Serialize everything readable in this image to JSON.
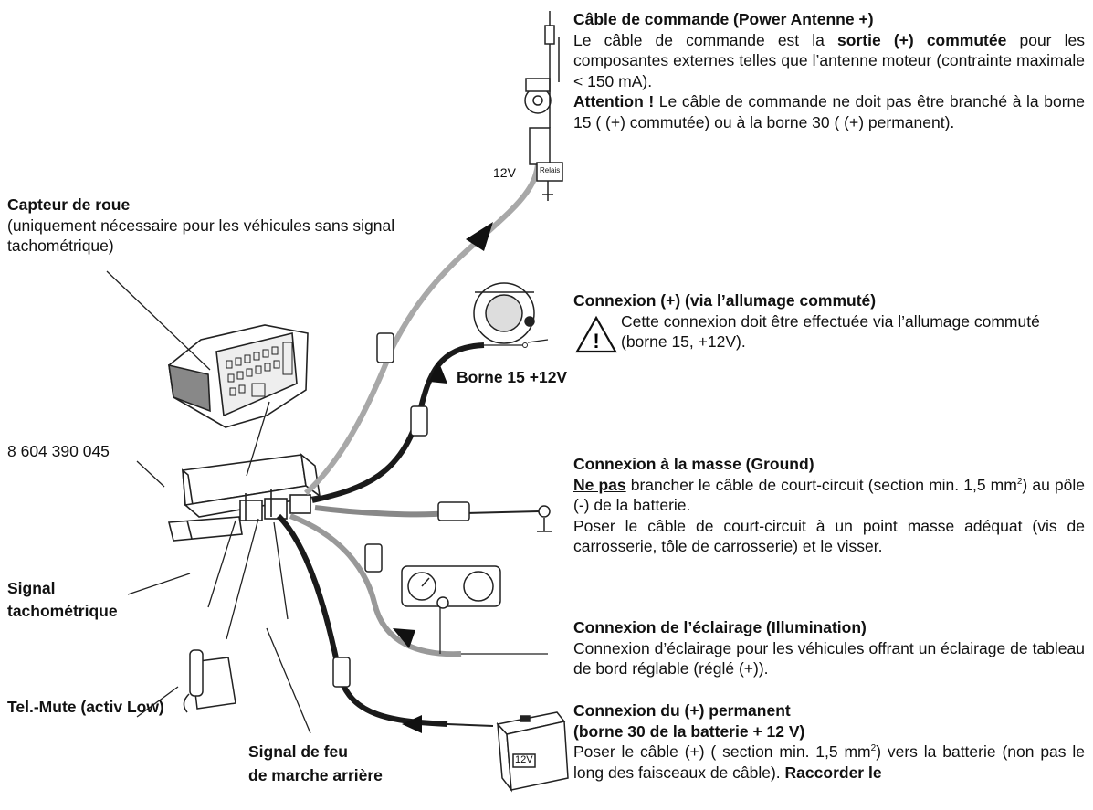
{
  "blocks": {
    "power_antenna": {
      "title": "Câble de commande (Power Antenne +)",
      "l1a": "Le câble de commande est la ",
      "l1b": "sortie (+) commutée",
      "l1c": " pour les composantes externes telles que l’antenne moteur (contrainte maximale < 150 mA).",
      "warn_b": "Attention !",
      "warn_t": " Le câble de commande ne doit pas être branché à la borne 15 ( (+) commutée) ou à la borne 30 ( (+) permanent)."
    },
    "wheel_sensor": {
      "title": "Capteur de roue",
      "text": "(uniquement nécessaire pour les véhicules sans signal tachométrique)"
    },
    "ignition": {
      "title": "Connexion (+) (via l’allumage commuté)",
      "text": "Cette connexion doit être effectuée via l’allumage commuté (borne 15, +12V)."
    },
    "ground": {
      "title": "Connexion à la masse (Ground)",
      "u": "Ne pas",
      "t1": " brancher le câble de court-circuit (section min. 1,5 mm",
      "sup": "2",
      "t2": ") au pôle (-) de la batterie.",
      "t3": "Poser le câble de court-circuit à un point masse adéquat (vis de carrosserie, tôle de carrosserie) et le visser."
    },
    "illumination": {
      "title": "Connexion de l’éclairage (Illumination)",
      "text": "Connexion d’éclairage pour les véhicules offrant un éclairage de tableau de bord réglable (réglé (+))."
    },
    "permanent": {
      "title1": "Connexion du (+) permanent",
      "title2": "(borne 30 de la batterie + 12 V)",
      "t1": "Poser le câble (+) ( section min. 1,5 mm",
      "sup": "2",
      "t2": ") vers la batterie (non pas le long des faisceaux de câble). ",
      "tb": "Raccorder le"
    }
  },
  "labels": {
    "borne15": "Borne 15 +12V",
    "part_number": "8 604 390 045",
    "signal1": "Signal",
    "signal2": "tachométrique",
    "telmute": "Tel.-Mute (activ Low)",
    "reverse1": "Signal de feu",
    "reverse2": "de marche arrière",
    "v12_antenna": "12V",
    "relais": "Relais",
    "battery_12v": "12V"
  },
  "colors": {
    "grey_wire": "#a8a8a8",
    "black_wire": "#1a1a1a",
    "line": "#222222"
  },
  "icons": [
    "warning-triangle-icon",
    "antenna-icon",
    "ignition-switch-icon",
    "instrument-gauge-icon",
    "battery-icon",
    "telephone-icon",
    "radio-unit-icon",
    "bracket-connector-icon"
  ]
}
